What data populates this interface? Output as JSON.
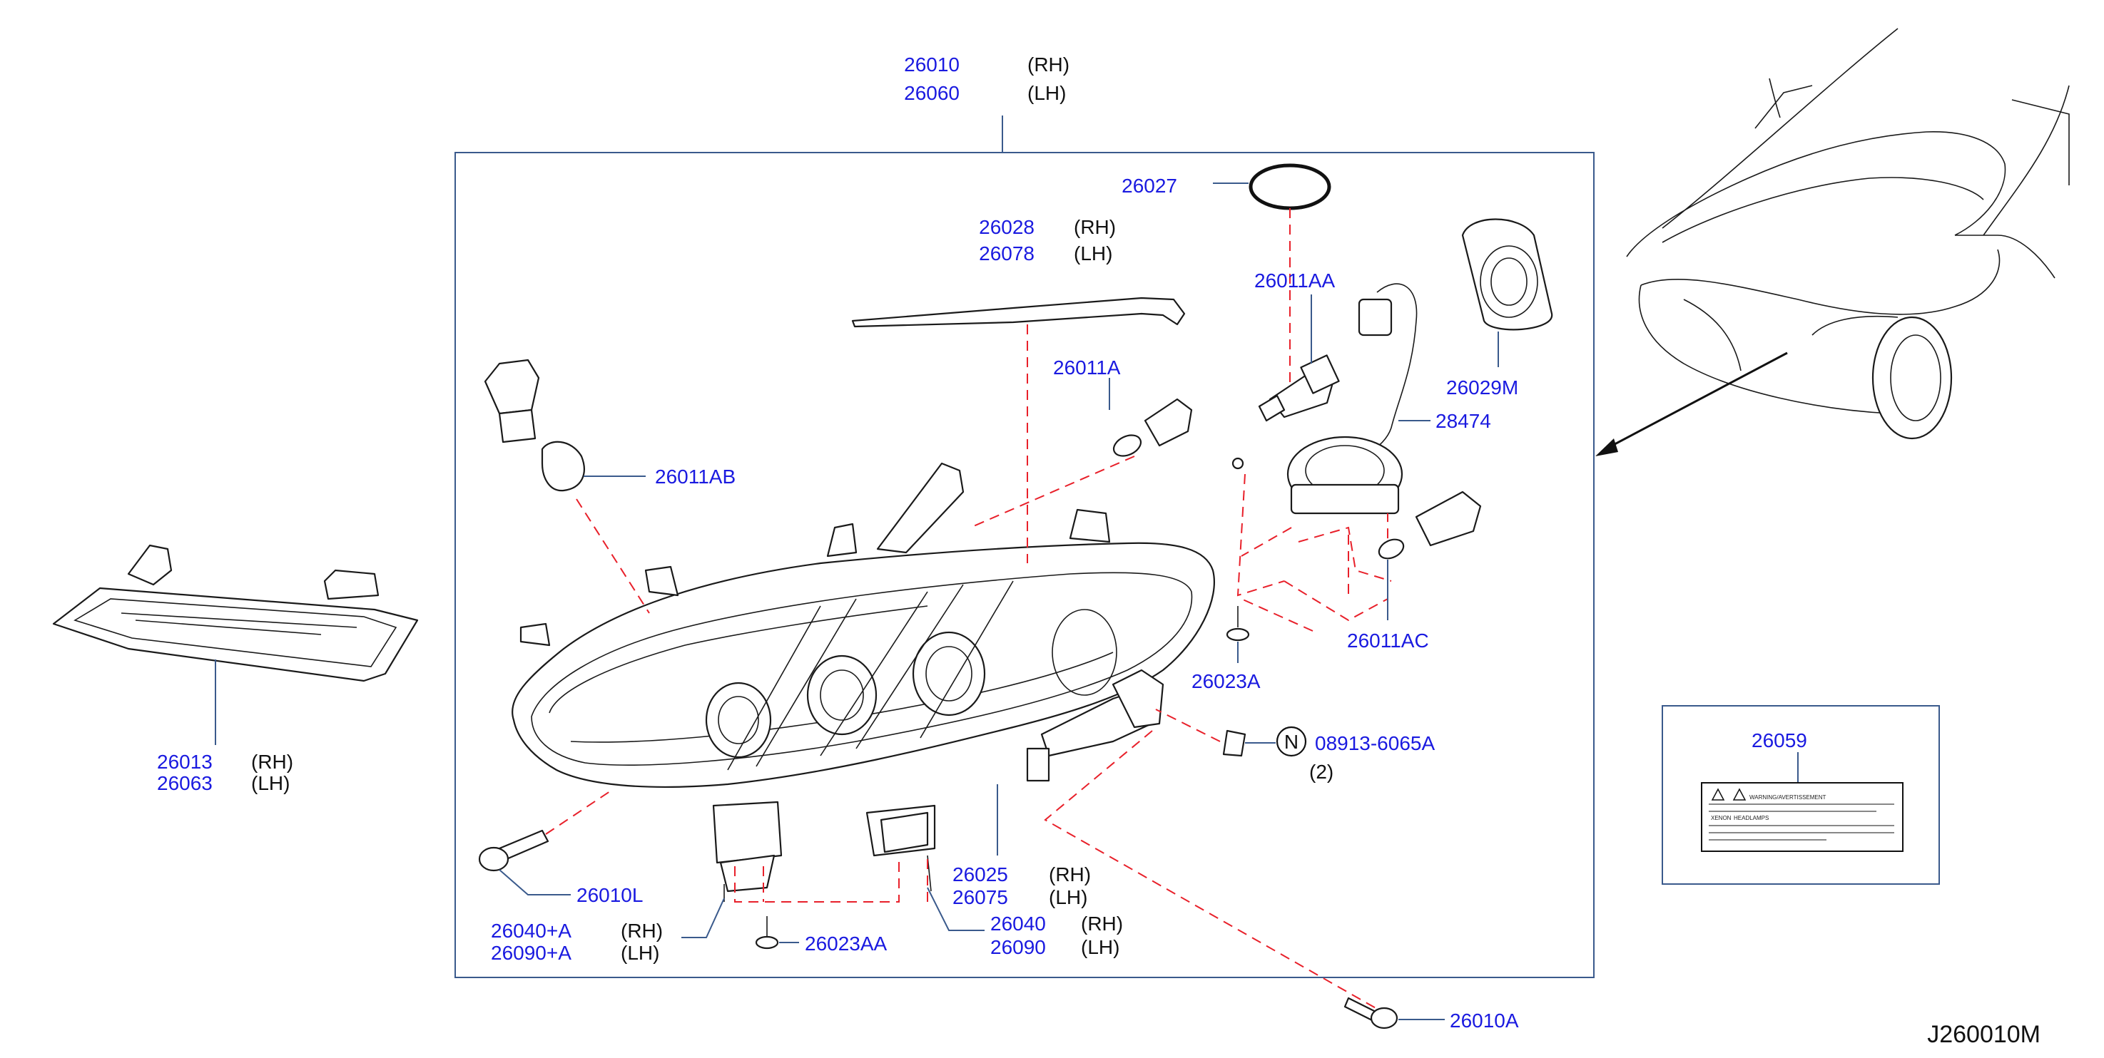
{
  "figure_code": "J260010M",
  "parts": {
    "headlamp_assy": {
      "num_rh": "26010",
      "side_rh": "(RH)",
      "num_lh": "26060",
      "side_lh": "(LH)"
    },
    "o_ring": {
      "num": "26027"
    },
    "garnish": {
      "num_rh": "26028",
      "side_rh": "(RH)",
      "num_lh": "26078",
      "side_lh": "(LH)"
    },
    "xenon_bulb": {
      "num": "26011AA"
    },
    "bulb_a": {
      "num": "26011A"
    },
    "cap": {
      "num": "26029M"
    },
    "harness": {
      "num": "28474"
    },
    "bulb_ab": {
      "num": "26011AB"
    },
    "bulb_ac": {
      "num": "26011AC"
    },
    "screw_a": {
      "num": "26023A"
    },
    "nut": {
      "symbol": "N",
      "num": "08913-6065A",
      "qty": "(2)"
    },
    "side_lamp": {
      "num_rh": "26013",
      "side_rh": "(RH)",
      "num_lh": "26063",
      "side_lh": "(LH)"
    },
    "bolt_l": {
      "num": "26010L"
    },
    "bracket_a": {
      "num_rh": "26040+A",
      "side_rh": "(RH)",
      "num_lh": "26090+A",
      "side_lh": "(LH)"
    },
    "screw_aa": {
      "num": "26023AA"
    },
    "bracket": {
      "num_rh": "26040",
      "side_rh": "(RH)",
      "num_lh": "26090",
      "side_lh": "(LH)"
    },
    "adjuster": {
      "num_rh": "26025",
      "side_rh": "(RH)",
      "num_lh": "26075",
      "side_lh": "(LH)"
    },
    "bolt_a": {
      "num": "26010A"
    },
    "label": {
      "num": "26059"
    }
  },
  "warning_label": {
    "title": "WARNING/AVERTISSEMENT",
    "sub_left": "XENON",
    "sub_right": "HEADLAMPS"
  }
}
